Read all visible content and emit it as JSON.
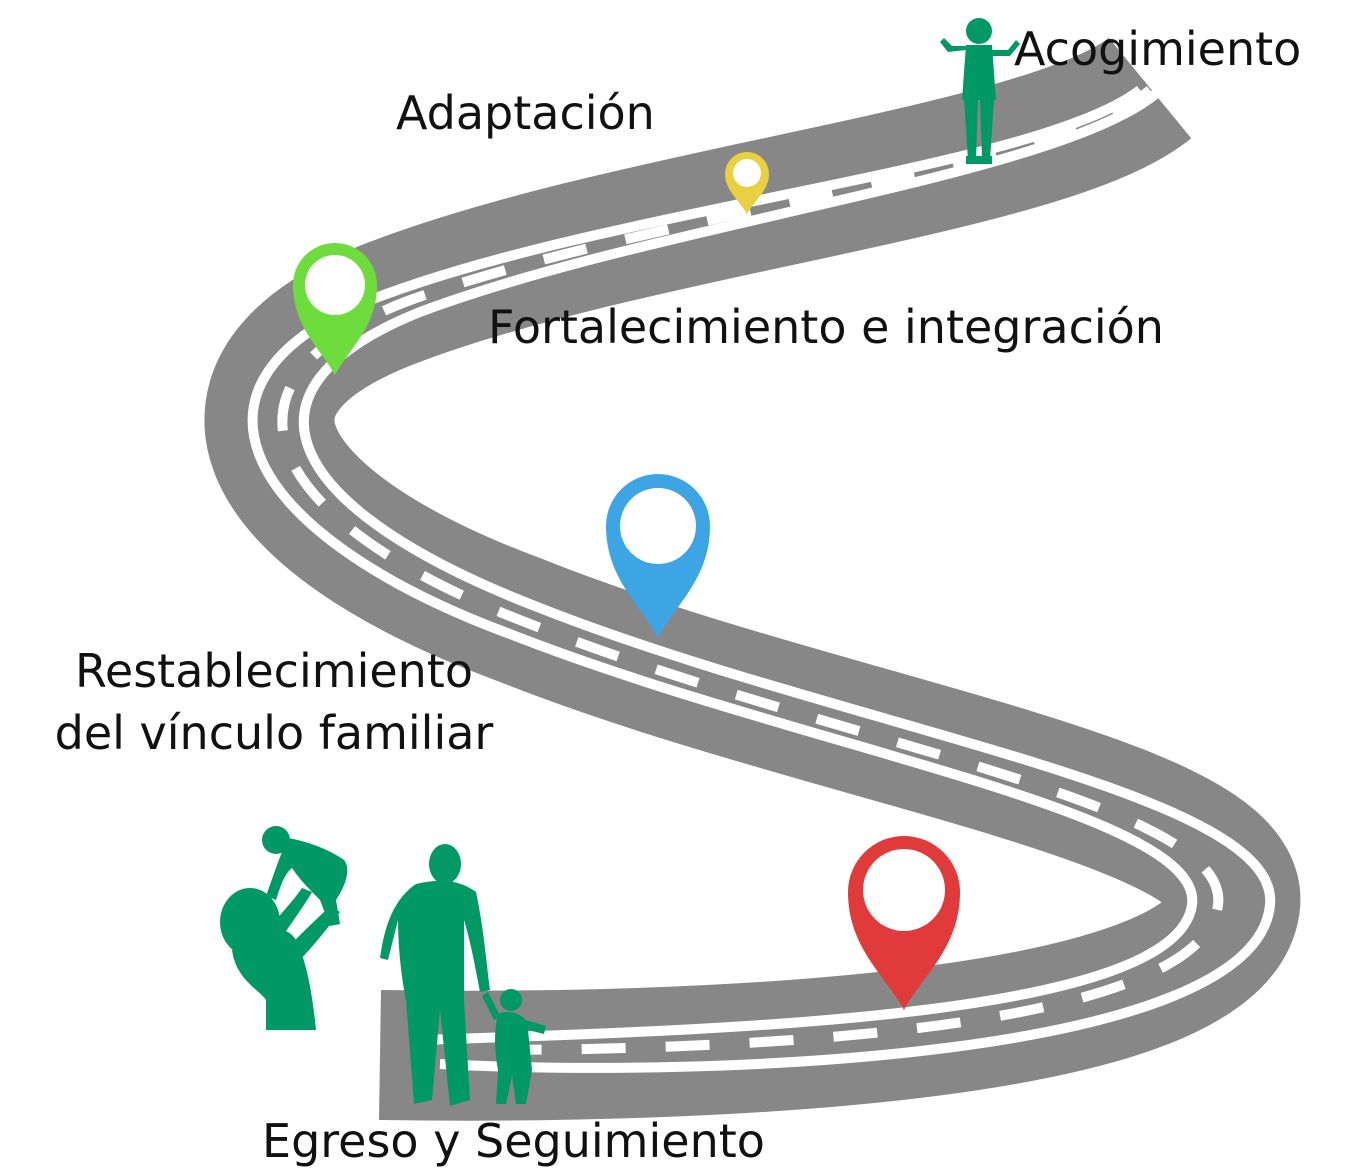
{
  "stages": {
    "acogimiento": "Acogimiento",
    "adaptacion": "Adaptación",
    "fortalecimiento": "Fortalecimiento e integración",
    "restablecimiento_line1": "Restablecimiento",
    "restablecimiento_line2": "del vínculo familiar",
    "egreso": "Egreso y Seguimiento"
  },
  "colors": {
    "road": "#878787",
    "road_markings": "#ffffff",
    "silhouettes": "#009966",
    "pin_adaptacion": "#e8d040",
    "pin_fortalecimiento": "#6edc3c",
    "pin_restablecimiento": "#3ea5e4",
    "pin_egreso": "#e03a3a"
  },
  "icons": [
    "location-pin-icon",
    "child-silhouette-icon",
    "mother-lifting-child-icon",
    "father-walking-with-toddler-icon"
  ]
}
